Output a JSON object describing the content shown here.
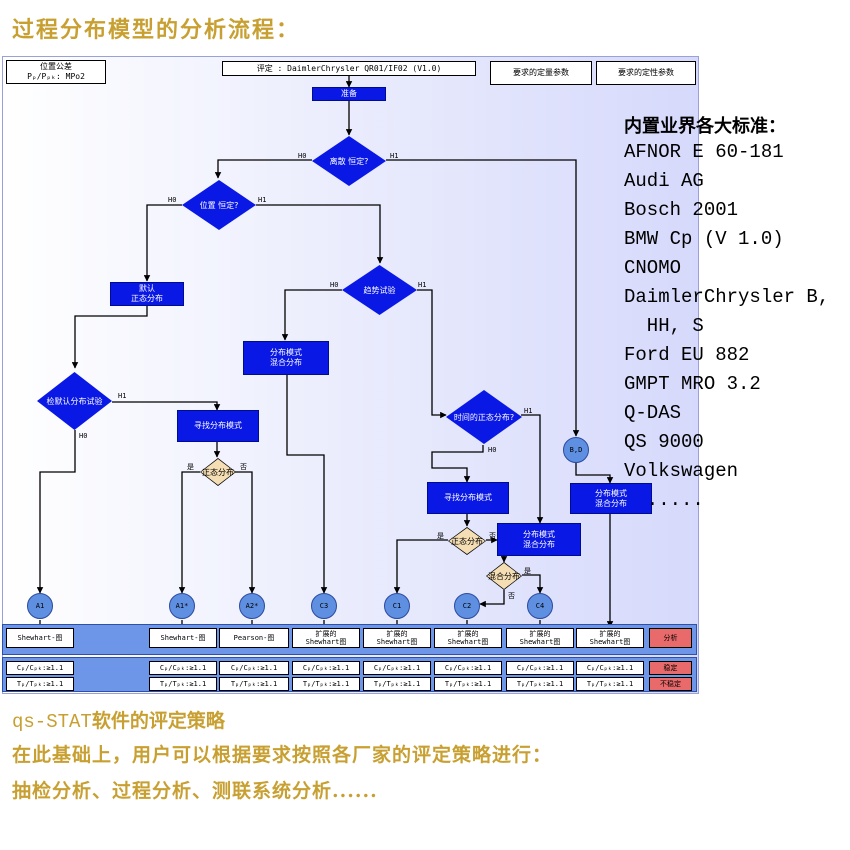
{
  "title": "过程分布模型的分析流程：",
  "header": {
    "left_box": "位置公差\nPₚ/Pₚₖ: MPo2",
    "eval_box": "评定 : DaimlerChrysler QR01/IF02 (V1.0)",
    "quant_box": "要求的定量参数",
    "qual_box": "要求的定性参数"
  },
  "flow": {
    "start": "准备",
    "d_discrete": "离散 恒定?",
    "d_position": "位置 恒定?",
    "default_normal": "默认\n正态分布",
    "d_trend": "趋势试验",
    "mixed_dist_1": "分布模式\n混合分布",
    "d_default_test": "检默认分布试验",
    "find_model_1": "寻找分布模式",
    "d_normal_1": "正态分布",
    "d_time_normal": "时间的正态分布?",
    "circle_bd": "B,D",
    "mixed_dist_2": "分布模式\n混合分布",
    "find_model_2": "寻找分布模式",
    "d_normal_2": "正态分布",
    "mixed_dist_3": "分布模式\n混合分布",
    "d_mixed": "混合分布",
    "yes": "是",
    "no": "否",
    "h0": "H0",
    "h1": "H1"
  },
  "circles": [
    "A1",
    "A1*",
    "A2*",
    "C3",
    "C1",
    "C2",
    "C4"
  ],
  "chart_row": [
    "Shewhart-图",
    "Shewhart-图",
    "Pearson-图",
    "扩展的\nShewhart图",
    "扩展的\nShewhart图",
    "扩展的\nShewhart图",
    "扩展的\nShewhart图",
    "扩展的\nShewhart图"
  ],
  "analysis_cell": "分析",
  "cp_label": "Cₚ/Cₚₖ:≥1.1",
  "tp_label": "Tₚ/Tₚₖ:≥1.1",
  "stable": "稳定",
  "unstable": "不稳定",
  "standards_title": "内置业界各大标准：",
  "standards": [
    "AFNOR E 60-181",
    "Audi AG",
    "Bosch 2001",
    "BMW Cp (V 1.0)",
    "CNOMO",
    "DaimlerChrysler B,",
    "  HH, S",
    "Ford EU 882",
    "GMPT MRO 3.2",
    "Q-DAS",
    "QS 9000",
    "Volkswagen",
    "  ....."
  ],
  "bottom": {
    "line1_prefix": "qs-STAT",
    "line1_rest": "软件的评定策略",
    "line2": "在此基础上，用户可以根据要求按照各厂家的评定策略进行：",
    "line3": "抽检分析、过程分析、测联系统分析......"
  }
}
